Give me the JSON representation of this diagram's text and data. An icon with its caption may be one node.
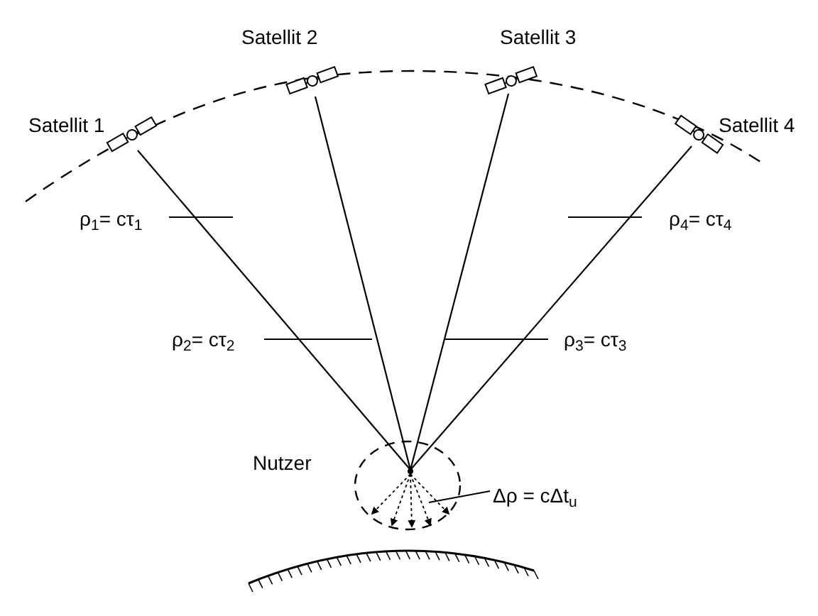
{
  "diagram": {
    "nodes": [
      {
        "text": [],
        "shape": "satellite",
        "beside": [
          "Satellit 1"
        ]
      },
      {
        "text": [],
        "shape": "satellite",
        "beside": [
          "Satellit 2"
        ]
      },
      {
        "text": [],
        "shape": "satellite",
        "beside": [
          "Satellit 3"
        ]
      },
      {
        "text": [],
        "shape": "satellite",
        "beside": [
          "Satellit 4"
        ]
      },
      {
        "text": [
          "ρ$_{1}$= cτ$_{1}$"
        ]
      },
      {
        "text": [
          "ρ$_{4}$= cτ$_{4}$"
        ]
      },
      {
        "text": [
          "ρ$_{2}$= cτ$_{2}$"
        ]
      },
      {
        "text": [
          "ρ$_{3}$= cτ$_{3}$"
        ]
      },
      {
        "text": [],
        "shape": "point"
      },
      {
        "text": [
          "Δρ = cΔt$_{u}$"
        ]
      }
    ],
    "edges": [
      {
        "from": 8,
        "to": 0,
        "arrow": "none"
      },
      {
        "from": 8,
        "to": 1,
        "arrow": "none"
      },
      {
        "from": 8,
        "to": 2,
        "arrow": "none"
      },
      {
        "from": 8,
        "to": 3,
        "arrow": "none"
      },
      {
        "from": 4,
        "to": null,
        "arrow": "none"
      },
      {
        "from": 5,
        "to": null,
        "arrow": "none"
      },
      {
        "from": 6,
        "to": null,
        "arrow": "none"
      },
      {
        "from": 7,
        "to": null,
        "arrow": "none"
      },
      {
        "from": 9,
        "to": 8,
        "arrow": "none"
      }
    ],
    "labels": [
      "Nutzer"
    ]
  }
}
